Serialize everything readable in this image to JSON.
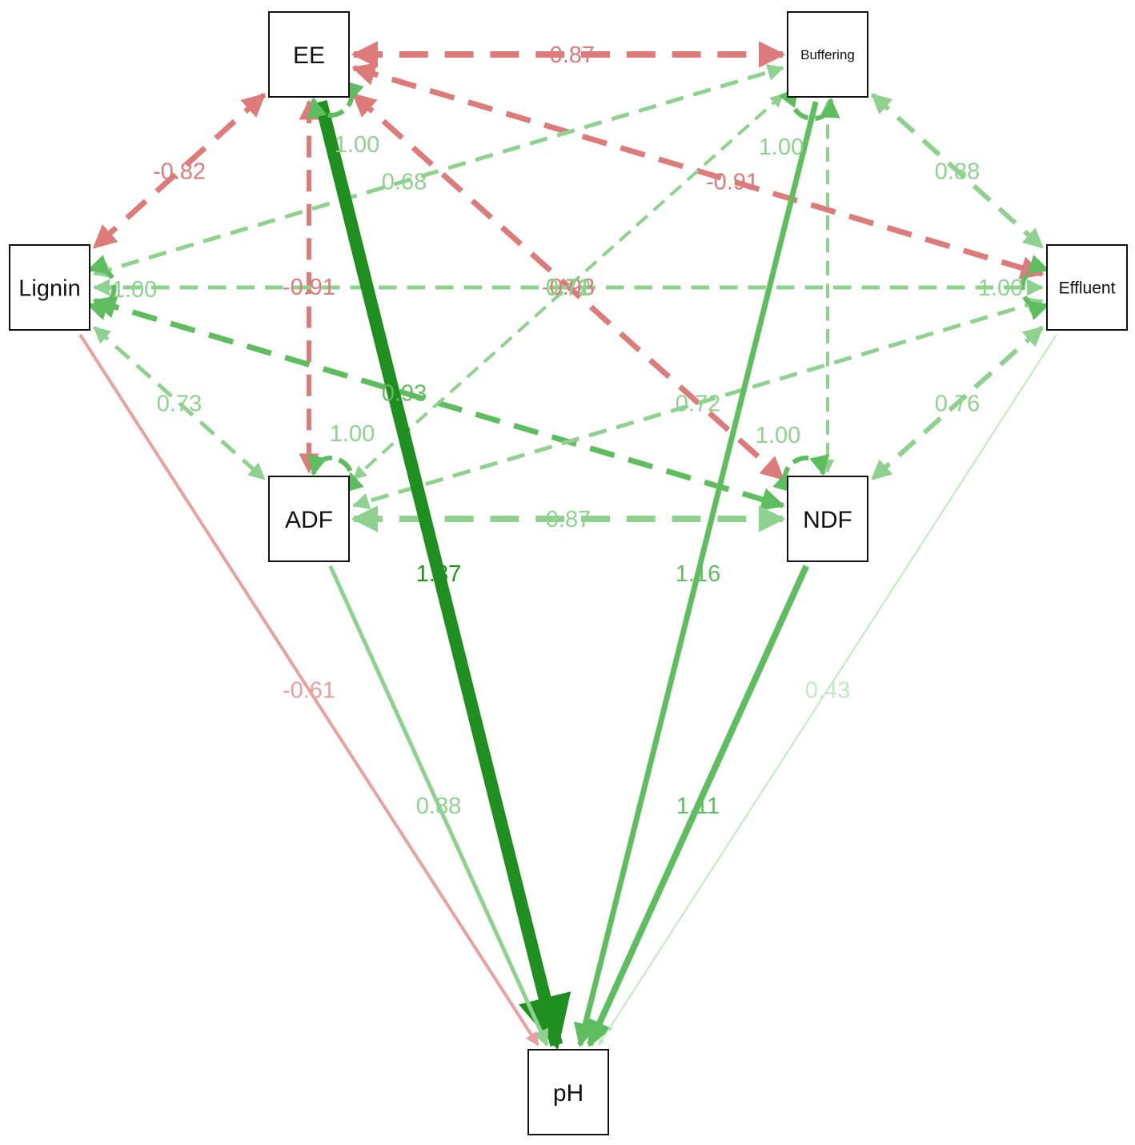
{
  "colors": {
    "pos_dark": "#1f8f1f",
    "pos_mid": "#5ebd5e",
    "pos_light": "#8fd18f",
    "pos_pale": "#c2e8c2",
    "neg": "#dd7a7a",
    "neg_light": "#e8a0a0",
    "node_border": "#111111",
    "node_fill": "#ffffff"
  },
  "nodes": [
    {
      "id": "EE",
      "label": "EE"
    },
    {
      "id": "Buffering",
      "label": "Buffering"
    },
    {
      "id": "Lignin",
      "label": "Lignin"
    },
    {
      "id": "Effluent",
      "label": "Effluent"
    },
    {
      "id": "ADF",
      "label": "ADF"
    },
    {
      "id": "NDF",
      "label": "NDF"
    },
    {
      "id": "pH",
      "label": "pH"
    }
  ],
  "edges": [
    {
      "from": "EE",
      "to": "Buffering",
      "label": "-0.87",
      "sign": "neg",
      "style": "dashed",
      "kind": "covariance"
    },
    {
      "from": "EE",
      "to": "Lignin",
      "label": "-0.82",
      "sign": "neg",
      "style": "dashed",
      "kind": "covariance"
    },
    {
      "from": "EE",
      "to": "Effluent",
      "label": "-0.91",
      "sign": "neg",
      "style": "dashed",
      "kind": "covariance"
    },
    {
      "from": "EE",
      "to": "ADF",
      "label": "-0.91",
      "sign": "neg",
      "style": "dashed",
      "kind": "covariance"
    },
    {
      "from": "EE",
      "to": "NDF",
      "label": "-0.93",
      "sign": "neg",
      "style": "dashed",
      "kind": "covariance"
    },
    {
      "from": "Lignin",
      "to": "Buffering",
      "label": "0.68",
      "sign": "pos",
      "style": "dashed",
      "kind": "covariance"
    },
    {
      "from": "Lignin",
      "to": "Effluent",
      "label": "0.72",
      "sign": "pos",
      "style": "dashed",
      "kind": "covariance"
    },
    {
      "from": "Lignin",
      "to": "ADF",
      "label": "0.73",
      "sign": "pos",
      "style": "dashed",
      "kind": "covariance"
    },
    {
      "from": "Lignin",
      "to": "NDF",
      "label": "0.93",
      "sign": "pos",
      "style": "dashed",
      "kind": "covariance"
    },
    {
      "from": "Buffering",
      "to": "Effluent",
      "label": "0.88",
      "sign": "pos",
      "style": "dashed",
      "kind": "covariance"
    },
    {
      "from": "Buffering",
      "to": "ADF",
      "label": "0.71",
      "sign": "pos",
      "style": "dashed",
      "kind": "covariance"
    },
    {
      "from": "Buffering",
      "to": "NDF",
      "label": "",
      "sign": "pos",
      "style": "dashed",
      "kind": "covariance"
    },
    {
      "from": "Effluent",
      "to": "ADF",
      "label": "0.72",
      "sign": "pos",
      "style": "dashed",
      "kind": "covariance"
    },
    {
      "from": "Effluent",
      "to": "NDF",
      "label": "0.76",
      "sign": "pos",
      "style": "dashed",
      "kind": "covariance"
    },
    {
      "from": "ADF",
      "to": "NDF",
      "label": "0.87",
      "sign": "pos",
      "style": "dashed",
      "kind": "covariance"
    },
    {
      "from": "EE",
      "to": "pH",
      "label": "1.87",
      "sign": "pos",
      "style": "solid",
      "kind": "regression"
    },
    {
      "from": "Buffering",
      "to": "pH",
      "label": "1.16",
      "sign": "pos",
      "style": "solid",
      "kind": "regression"
    },
    {
      "from": "NDF",
      "to": "pH",
      "label": "1.11",
      "sign": "pos",
      "style": "solid",
      "kind": "regression"
    },
    {
      "from": "ADF",
      "to": "pH",
      "label": "0.88",
      "sign": "pos",
      "style": "solid",
      "kind": "regression"
    },
    {
      "from": "Lignin",
      "to": "pH",
      "label": "-0.61",
      "sign": "neg",
      "style": "solid",
      "kind": "regression"
    },
    {
      "from": "Effluent",
      "to": "pH",
      "label": "0.43",
      "sign": "pos",
      "style": "solid",
      "kind": "regression"
    }
  ],
  "self_loops": [
    {
      "node": "EE",
      "label": "1.00"
    },
    {
      "node": "Buffering",
      "label": "1.00"
    },
    {
      "node": "Lignin",
      "label": "1.00"
    },
    {
      "node": "Effluent",
      "label": "1.00"
    },
    {
      "node": "ADF",
      "label": "1.00"
    },
    {
      "node": "NDF",
      "label": "1.00"
    }
  ]
}
